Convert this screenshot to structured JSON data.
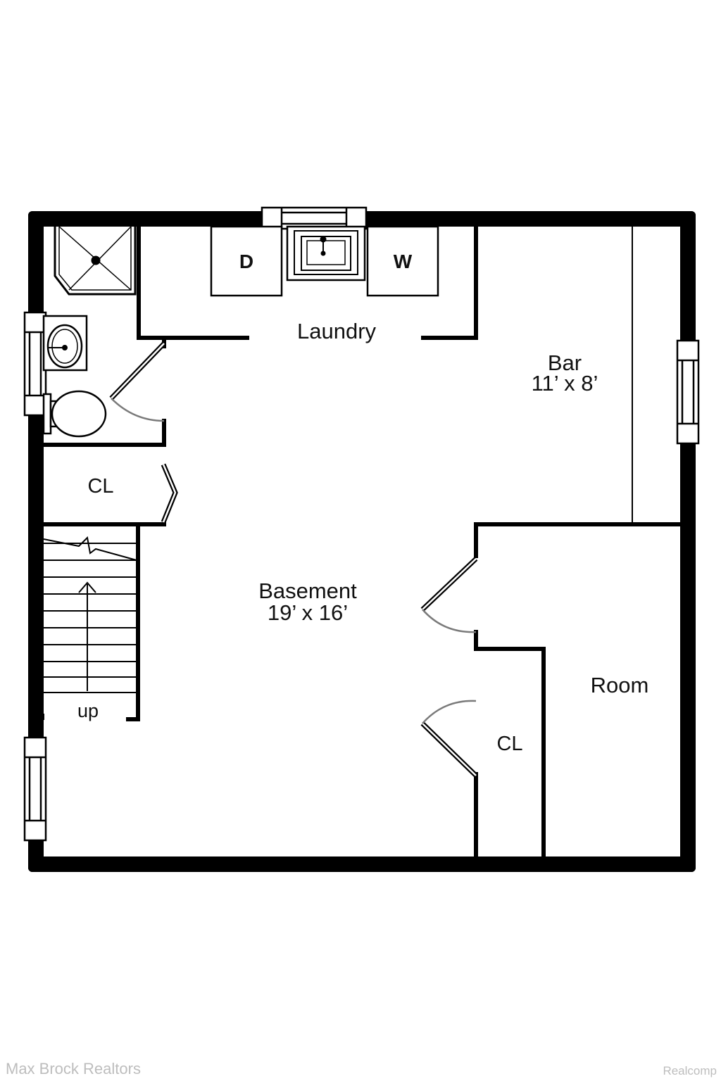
{
  "rooms": {
    "laundry": {
      "name": "Laundry"
    },
    "bar": {
      "name": "Bar",
      "dims": "11’ x 8’"
    },
    "basement": {
      "name": "Basement",
      "dims": "19’ x 16’"
    },
    "room": {
      "name": "Room"
    },
    "closet_upper": {
      "name": "CL"
    },
    "closet_lower": {
      "name": "CL"
    }
  },
  "appliances": {
    "dryer": "D",
    "washer": "W"
  },
  "stairs": {
    "label": "up"
  },
  "watermark": {
    "left": "Max Brock Realtors",
    "right": "Realcomp"
  },
  "colors": {
    "wall": "#000000",
    "door_swing": "#7a7a7a",
    "watermark": "#bdbdbd"
  }
}
